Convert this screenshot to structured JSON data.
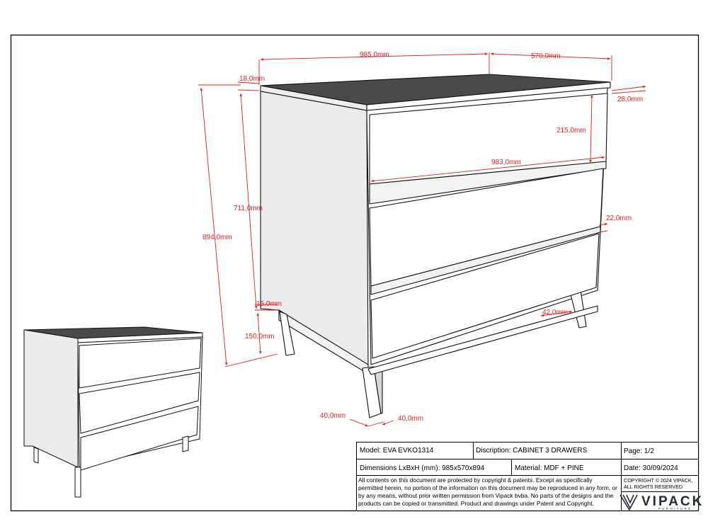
{
  "dimensions": {
    "width": "985,0mm",
    "depth": "570,0mm",
    "top_thickness": "18,0mm",
    "top_overhang": "28,0mm",
    "drawer_height": "215,0mm",
    "drawer_width": "983,0mm",
    "total_height": "894,0mm",
    "body_height": "711,0mm",
    "drawer_gap": "22,0mm",
    "bottom_rail": "15,0mm",
    "leg_height": "150,0mm",
    "leg_inset": "42,0mm",
    "leg_width": "40,0mm",
    "leg_depth": "40,0mm"
  },
  "title_block": {
    "model": "Model: EVA EVKO1314",
    "description": "Discription: CABINET 3 DRAWERS",
    "page": "Page: 1/2",
    "dimensions": "Dimensions LxBxH (mm): 985x570x894",
    "material": "Material: MDF + PINE",
    "date": "Date: 30/09/2024",
    "legal_lines": [
      "All contents on this document are protected by copyright & patents. Except as specifically",
      "permitted herein, no portion of the information on this document may be reproduced in any form, or",
      "by any means, without prior written permission from Vipack bvba. No parts of the designs and the",
      "products can be copied or transmitted. Product and drawings under Patent and Copyright."
    ],
    "copyright_lines": [
      "COPYRIGHT  © 2024 VIPACK,",
      "ALL RIGHTS RESERVED"
    ],
    "logo_name": "VIPACK",
    "logo_tagline": "FURNITURE"
  },
  "colors": {
    "dimension": "#e01f1f",
    "outline": "#111111",
    "panel_side": "#efefef",
    "panel_front": "#ffffff",
    "top_surface": "#4a4a4a",
    "logo": "#1f2a3a"
  }
}
